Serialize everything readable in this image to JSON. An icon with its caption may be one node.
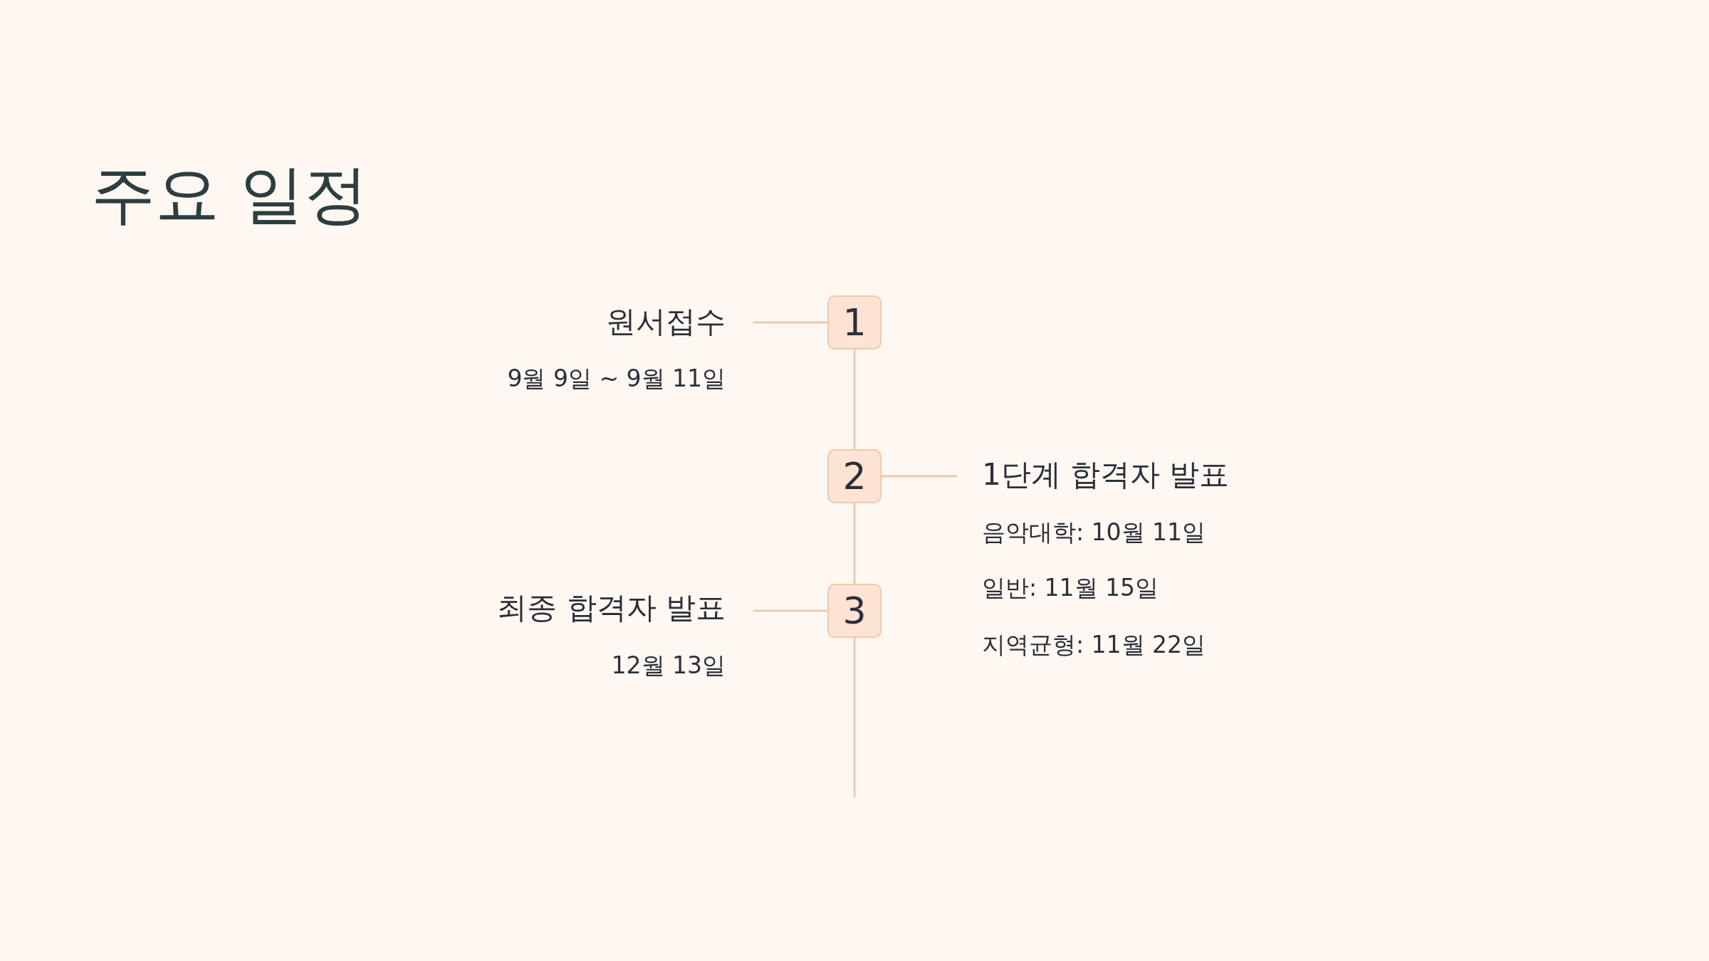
{
  "diagram": {
    "title": "주요 일정",
    "nodes": [
      {
        "text": [
          "원서접수",
          "9월 9일 ~ 9월 11일"
        ]
      },
      {
        "text": [
          "1"
        ]
      },
      {
        "text": [
          "2"
        ]
      },
      {
        "text": [
          "1단계 합격자 발표",
          "음악대학: 10월 11일",
          "일반: 11월 15일",
          "지역균형: 11월 22일"
        ]
      },
      {
        "text": [
          "최종 합격자 발표",
          "12월 13일"
        ]
      },
      {
        "text": [
          "3"
        ]
      }
    ],
    "edges": [
      {
        "from": 1,
        "to": 0,
        "arrow": "none"
      },
      {
        "from": 1,
        "to": 2,
        "arrow": "none"
      },
      {
        "from": 2,
        "to": 3,
        "arrow": "none"
      },
      {
        "from": 2,
        "to": 5,
        "arrow": "none"
      },
      {
        "from": 5,
        "to": 4,
        "arrow": "none"
      },
      {
        "from": 5,
        "to": null,
        "arrow": "none"
      }
    ]
  }
}
